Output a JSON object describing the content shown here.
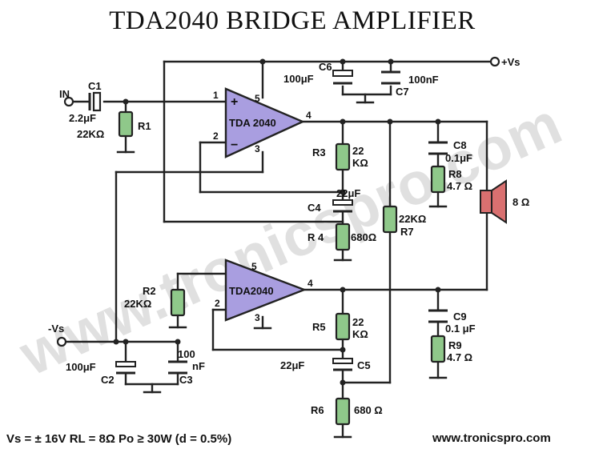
{
  "title": "TDA2040 BRIDGE AMPLIFIER",
  "watermark": "www.tronicspro.com",
  "website": "www.tronicspro.com",
  "specs": "Vs = ± 16V   RL = 8Ω   Po ≥ 30W (d = 0.5%)",
  "colors": {
    "resistor": "#8fc88a",
    "amplifier": "#a99ee0",
    "speaker": "#d97070"
  },
  "terminals": {
    "input": "IN",
    "pos_supply": "+Vs",
    "neg_supply": "-Vs"
  },
  "ic": {
    "u1": "TDA 2040",
    "u2": "TDA2040"
  },
  "pins": {
    "p1": "1",
    "p2": "2",
    "p3": "3",
    "p4": "4",
    "p5": "5"
  },
  "components": {
    "c1": {
      "name": "C1",
      "value": "2.2μF"
    },
    "r1": {
      "name": "R1",
      "value": "22KΩ"
    },
    "c6": {
      "name": "C6",
      "value": "100μF"
    },
    "c7": {
      "name": "C7",
      "value": "100nF"
    },
    "r3": {
      "name": "R3",
      "value1": "22",
      "value2": "KΩ"
    },
    "c4": {
      "name": "C4",
      "value": "22μF"
    },
    "r4": {
      "name": "R 4",
      "value": "680Ω"
    },
    "r7": {
      "name": "R7",
      "value": "22KΩ"
    },
    "c8": {
      "name": "C8",
      "value": "0.1μF"
    },
    "r8": {
      "name": "R8",
      "value": "4.7 Ω"
    },
    "spk": {
      "value": "8 Ω"
    },
    "r2": {
      "name": "R2",
      "value": "22KΩ"
    },
    "c2": {
      "name": "C2",
      "value": "100μF"
    },
    "c3": {
      "name": "C3",
      "value1": "100",
      "value2": "nF"
    },
    "r5": {
      "name": "R5",
      "value1": "22",
      "value2": "KΩ"
    },
    "c5": {
      "name": "C5",
      "value": "22μF"
    },
    "r6": {
      "name": "R6",
      "value": "680 Ω"
    },
    "c9": {
      "name": "C9",
      "value": "0.1 μF"
    },
    "r9": {
      "name": "R9",
      "value": "4.7 Ω"
    }
  }
}
